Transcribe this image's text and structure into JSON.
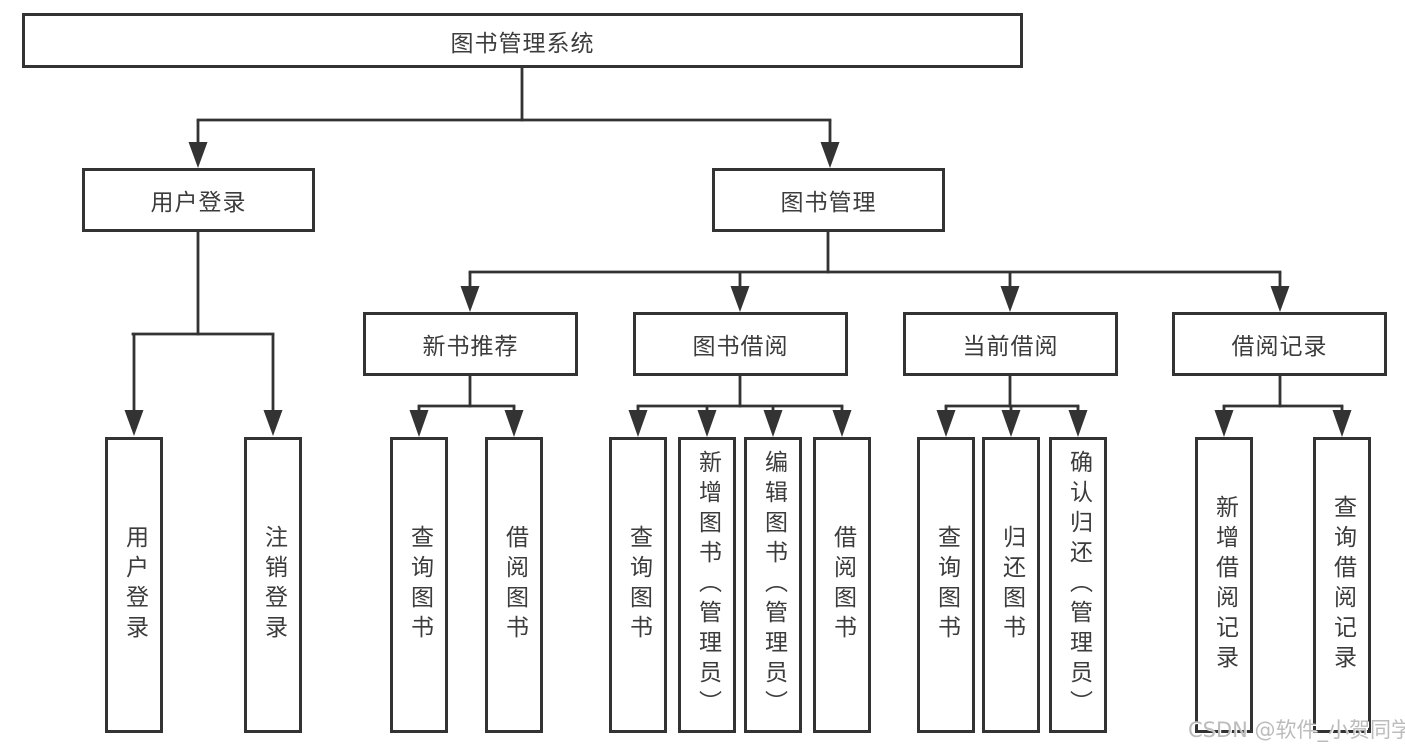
{
  "diagram": {
    "watermark": "CSDN @软件_小贺同学",
    "colors": {
      "line": "#333333",
      "box_border": "#333333",
      "text": "#3c3c3c",
      "watermark": "#bcbcbc",
      "background": "#ffffff"
    },
    "tree": {
      "label": "图书管理系统",
      "children": [
        {
          "label": "用户登录",
          "children": [
            {
              "label": "用户登录"
            },
            {
              "label": "注销登录"
            }
          ]
        },
        {
          "label": "图书管理",
          "children": [
            {
              "label": "新书推荐",
              "children": [
                {
                  "label": "查询图书"
                },
                {
                  "label": "借阅图书"
                }
              ]
            },
            {
              "label": "图书借阅",
              "children": [
                {
                  "label": "查询图书"
                },
                {
                  "label": "新增图书（管理员）"
                },
                {
                  "label": "编辑图书（管理员）"
                },
                {
                  "label": "借阅图书"
                }
              ]
            },
            {
              "label": "当前借阅",
              "children": [
                {
                  "label": "查询图书"
                },
                {
                  "label": "归还图书"
                },
                {
                  "label": "确认归还（管理员）"
                }
              ]
            },
            {
              "label": "借阅记录",
              "children": [
                {
                  "label": "新增借阅记录"
                },
                {
                  "label": "查询借阅记录"
                }
              ]
            }
          ]
        }
      ]
    }
  }
}
